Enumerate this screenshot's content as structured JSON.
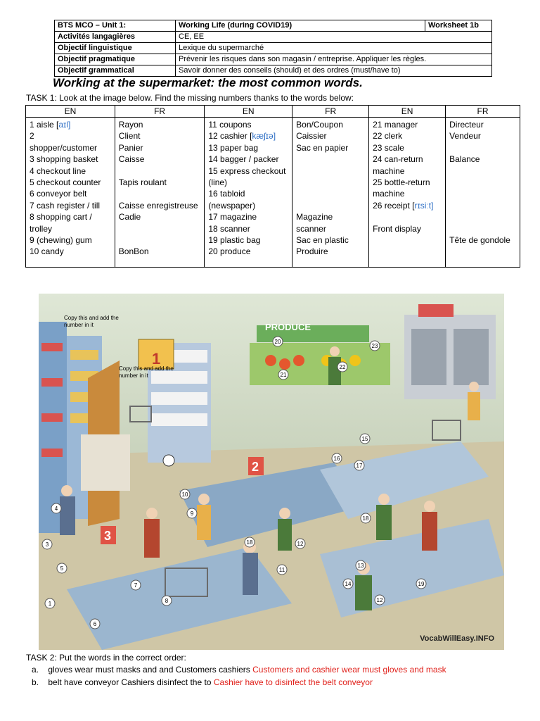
{
  "header": {
    "unit": "BTS MCO – Unit 1:",
    "topic": "Working Life (during COVID19)",
    "worksheet": "Worksheet 1b",
    "rows": [
      {
        "label": "Activités langagières",
        "value": "CE, EE"
      },
      {
        "label": "Objectif linguistique",
        "value": "Lexique du supermarché"
      },
      {
        "label": "Objectif pragmatique",
        "value": "Prévenir les risques dans son magasin / entreprise. Appliquer les règles."
      },
      {
        "label": "Objectif grammatical",
        "value": "Savoir donner des conseils (should) et des ordres (must/have to)"
      }
    ]
  },
  "title": "Working at the supermarket: the most common words.",
  "task1": "TASK 1: Look at the image below. Find the missing numbers thanks to the words below:",
  "vocab": {
    "headers": [
      "EN",
      "FR",
      "EN",
      "FR",
      "EN",
      "FR"
    ],
    "col1": [
      "1 aisle [",
      "2",
      "shopper/customer",
      "3 shopping basket",
      "4 checkout line",
      "5 checkout counter",
      "6 conveyor belt",
      "7 cash register / till",
      "8 shopping cart /",
      "trolley",
      "9 (chewing) gum",
      "10 candy"
    ],
    "col1_ipa": "aɪl",
    "col2": [
      "Rayon",
      "Client",
      "Panier",
      "Caisse",
      "",
      "Tapis roulant",
      "",
      "Caisse enregistreuse",
      "Cadie",
      "",
      "",
      "BonBon"
    ],
    "col3": [
      "11 coupons",
      "12 cashier [",
      "13 paper bag",
      "14 bagger / packer",
      "15 express checkout",
      "(line)",
      "16 tabloid",
      "(newspaper)",
      "17 magazine",
      "18 scanner",
      "19 plastic bag",
      "20 produce"
    ],
    "col3_ipa": "kæʃɪə",
    "col4": [
      "Bon/Coupon",
      "Caissier",
      "Sac en papier",
      "",
      "",
      "",
      "",
      "",
      " Magazine",
      " scanner",
      " Sac en plastic",
      " Produire"
    ],
    "col5": [
      "21 manager",
      "22 clerk",
      "23 scale",
      "24 can-return",
      "machine",
      "25 bottle-return",
      "machine",
      "26 receipt [",
      "",
      "Front display"
    ],
    "col5_ipa": "rɪsiːt",
    "col6": [
      "Directeur",
      "Vendeur",
      "",
      "Balance",
      "",
      "",
      "",
      "",
      "",
      "",
      "Tête de gondole"
    ]
  },
  "scene": {
    "sign_produce": "PRODUCE",
    "sign_lane1": "1",
    "sign_lane2": "2",
    "sign_lane3": "3",
    "note1": "Copy this and add the number in it",
    "note2": "Copy this and add the number in it",
    "markers": [
      "20",
      "21",
      "22",
      "23",
      "17",
      "16",
      "15",
      "10",
      "9",
      "4",
      "3",
      "5",
      "1",
      "7",
      "8",
      "6",
      "18",
      "18",
      "12",
      "12",
      "11",
      "14",
      "13",
      "19"
    ],
    "credit": "VocabWillEasy.INFO"
  },
  "task2": {
    "title": "TASK 2: Put the words in the correct order:",
    "a_label": "a.",
    "a_prompt": "gloves wear must masks and and Customers cashiers",
    "a_answer": "Customers and cashier wear must gloves and mask",
    "b_label": "b.",
    "b_prompt": "belt have conveyor Cashiers disinfect the to",
    "b_answer": "Cashier have to disinfect the belt conveyor"
  }
}
